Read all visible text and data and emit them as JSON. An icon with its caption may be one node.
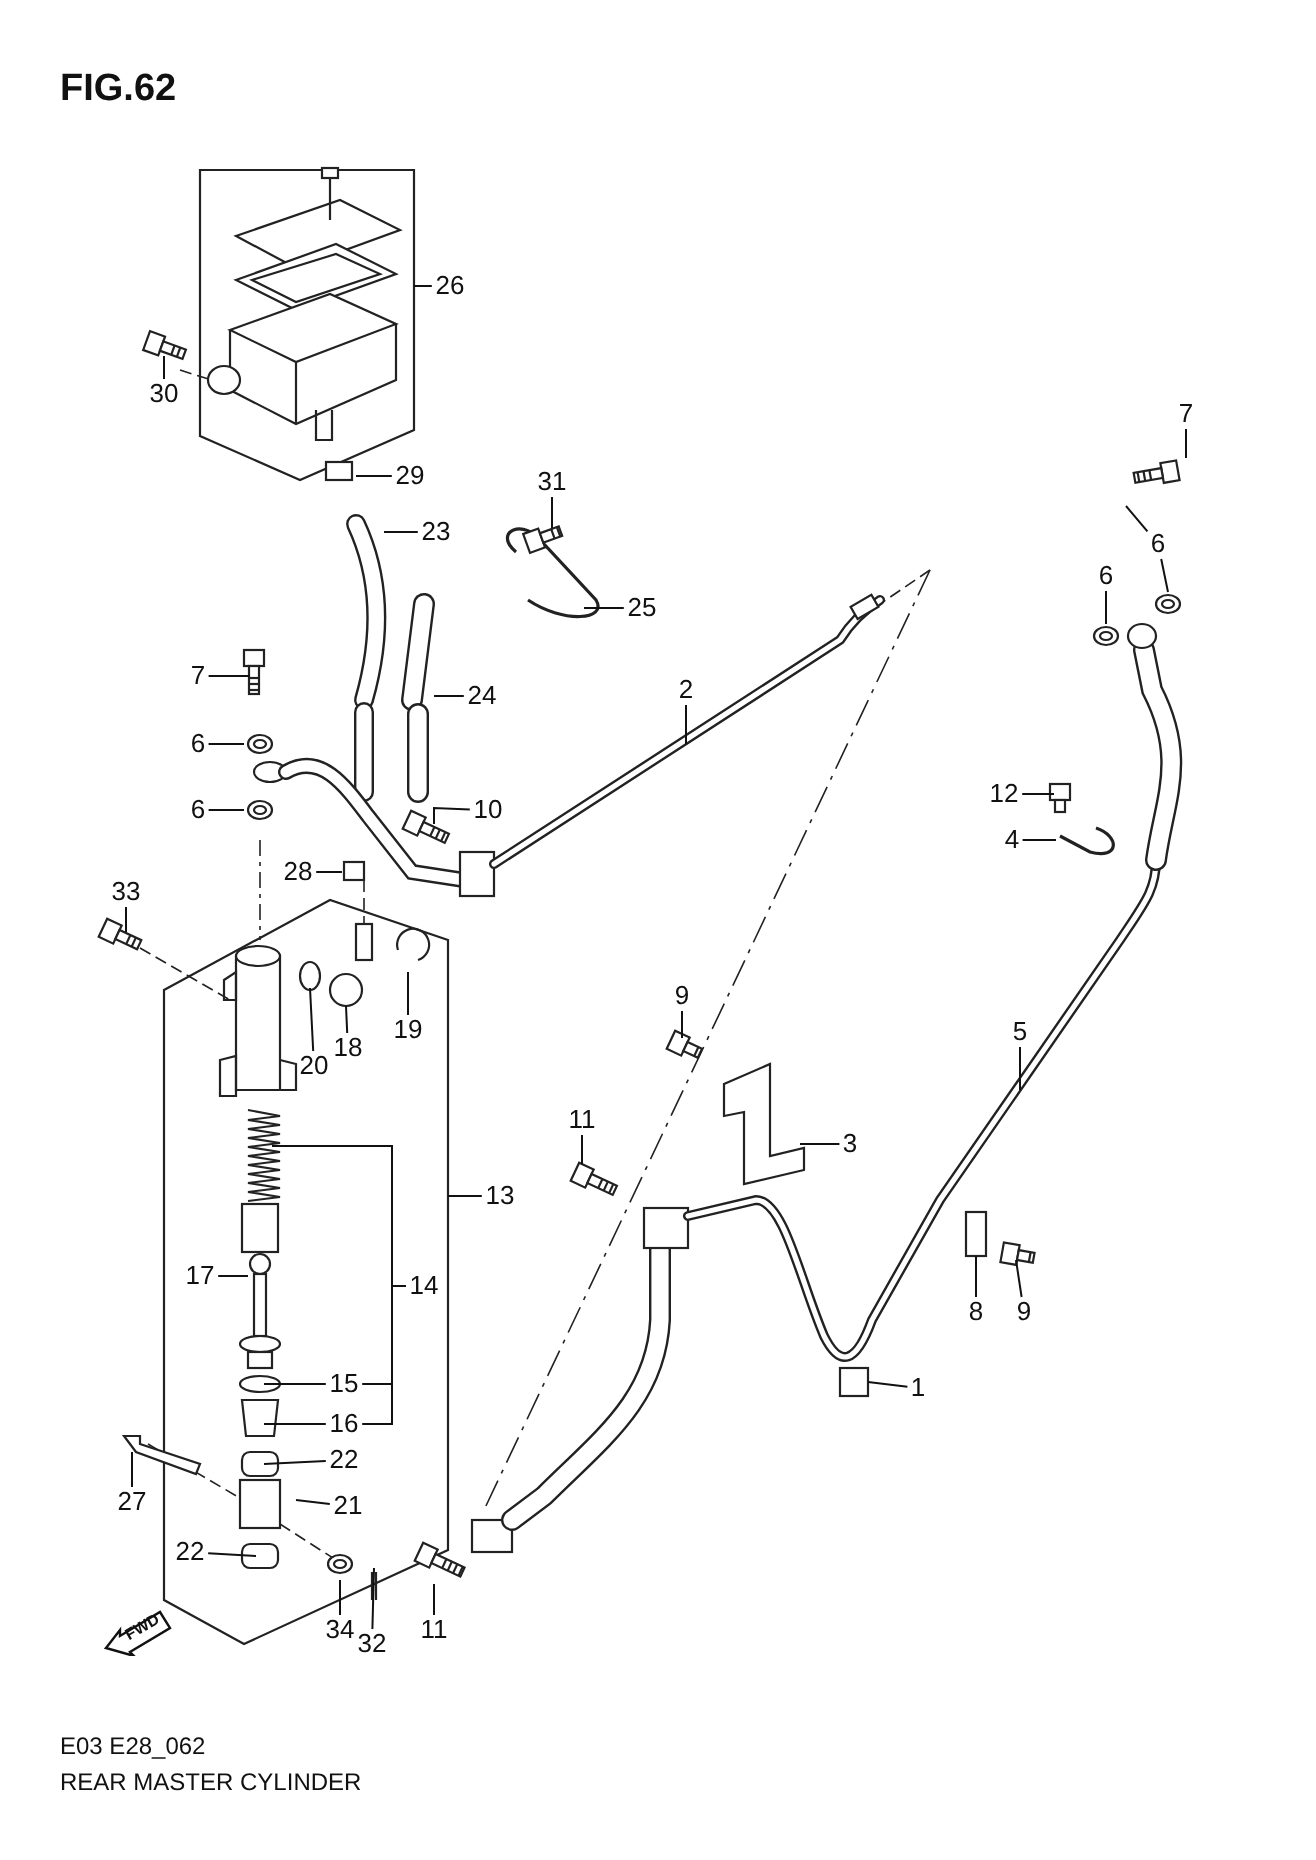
{
  "diagram": {
    "title": "FIG.62",
    "caption": "REAR MASTER CYLINDER",
    "nodes": [
      {
        "text": [
          "26"
        ]
      },
      {
        "text": [
          "30"
        ]
      },
      {
        "text": [
          "7"
        ]
      },
      {
        "text": [
          "29"
        ]
      },
      {
        "text": [
          "31"
        ]
      },
      {
        "text": [
          "23"
        ]
      },
      {
        "text": [
          "6"
        ]
      },
      {
        "text": [
          "6"
        ]
      },
      {
        "text": [
          "25"
        ]
      },
      {
        "text": [
          "7"
        ]
      },
      {
        "text": [
          "2"
        ]
      },
      {
        "text": [
          "24"
        ]
      },
      {
        "text": [
          "6"
        ]
      },
      {
        "text": [
          "12"
        ]
      },
      {
        "text": [
          "6"
        ]
      },
      {
        "text": [
          "10"
        ]
      },
      {
        "text": [
          "4"
        ]
      },
      {
        "text": [
          "28"
        ]
      },
      {
        "text": [
          "33"
        ]
      },
      {
        "text": [
          "9"
        ]
      },
      {
        "text": [
          "19"
        ]
      },
      {
        "text": [
          "5"
        ]
      },
      {
        "text": [
          "18"
        ]
      },
      {
        "text": [
          "20"
        ]
      },
      {
        "text": [
          "11"
        ]
      },
      {
        "text": [
          "3"
        ]
      },
      {
        "text": [
          "13"
        ]
      },
      {
        "text": [
          "17"
        ]
      },
      {
        "text": [
          "14"
        ]
      },
      {
        "text": [
          "8"
        ]
      },
      {
        "text": [
          "9"
        ]
      },
      {
        "text": [
          "15"
        ]
      },
      {
        "text": [
          "1"
        ]
      },
      {
        "text": [
          "16"
        ]
      },
      {
        "text": [
          "22"
        ]
      },
      {
        "text": [
          "21"
        ]
      },
      {
        "text": [
          "27"
        ]
      },
      {
        "text": [
          "22"
        ]
      },
      {
        "text": [
          "34"
        ]
      },
      {
        "text": [
          "11"
        ]
      },
      {
        "text": [
          "32"
        ]
      }
    ],
    "edges": [
      {
        "from": 0,
        "to": null,
        "arrow": "none"
      },
      {
        "from": 1,
        "to": null,
        "arrow": "none"
      },
      {
        "from": 2,
        "to": null,
        "arrow": "none"
      },
      {
        "from": 3,
        "to": null,
        "arrow": "none"
      },
      {
        "from": 4,
        "to": null,
        "arrow": "none"
      },
      {
        "from": 5,
        "to": null,
        "arrow": "none"
      },
      {
        "from": 6,
        "to": null,
        "arrow": "none"
      },
      {
        "from": 6,
        "to": null,
        "arrow": "none"
      },
      {
        "from": 7,
        "to": null,
        "arrow": "none"
      },
      {
        "from": 8,
        "to": null,
        "arrow": "none"
      },
      {
        "from": 9,
        "to": null,
        "arrow": "none"
      },
      {
        "from": 10,
        "to": null,
        "arrow": "none"
      },
      {
        "from": 11,
        "to": null,
        "arrow": "none"
      },
      {
        "from": 12,
        "to": null,
        "arrow": "none"
      },
      {
        "from": 13,
        "to": null,
        "arrow": "none"
      },
      {
        "from": 14,
        "to": null,
        "arrow": "none"
      },
      {
        "from": 15,
        "to": null,
        "arrow": "none"
      },
      {
        "from": 16,
        "to": null,
        "arrow": "none"
      },
      {
        "from": 17,
        "to": null,
        "arrow": "none"
      },
      {
        "from": 18,
        "to": null,
        "arrow": "none"
      },
      {
        "from": 19,
        "to": null,
        "arrow": "none"
      },
      {
        "from": 20,
        "to": null,
        "arrow": "none"
      },
      {
        "from": 21,
        "to": null,
        "arrow": "none"
      },
      {
        "from": 22,
        "to": null,
        "arrow": "none"
      },
      {
        "from": 23,
        "to": null,
        "arrow": "none"
      },
      {
        "from": 24,
        "to": null,
        "arrow": "none"
      },
      {
        "from": 25,
        "to": null,
        "arrow": "none"
      },
      {
        "from": 26,
        "to": null,
        "arrow": "none"
      },
      {
        "from": 27,
        "to": null,
        "arrow": "none"
      },
      {
        "from": 28,
        "to": null,
        "arrow": "none"
      },
      {
        "from": 28,
        "to": 31,
        "arrow": "none"
      },
      {
        "from": 28,
        "to": 33,
        "arrow": "none"
      },
      {
        "from": 29,
        "to": null,
        "arrow": "none"
      },
      {
        "from": 30,
        "to": null,
        "arrow": "none"
      },
      {
        "from": 31,
        "to": null,
        "arrow": "none"
      },
      {
        "from": 32,
        "to": null,
        "arrow": "none"
      },
      {
        "from": 33,
        "to": null,
        "arrow": "none"
      },
      {
        "from": 34,
        "to": null,
        "arrow": "none"
      },
      {
        "from": 35,
        "to": null,
        "arrow": "none"
      },
      {
        "from": 36,
        "to": null,
        "arrow": "none"
      },
      {
        "from": 37,
        "to": null,
        "arrow": "none"
      },
      {
        "from": 38,
        "to": null,
        "arrow": "none"
      },
      {
        "from": 39,
        "to": null,
        "arrow": "none"
      },
      {
        "from": 40,
        "to": null,
        "arrow": "none"
      }
    ],
    "labels": [
      "FWD",
      "E03 E28_062"
    ]
  }
}
